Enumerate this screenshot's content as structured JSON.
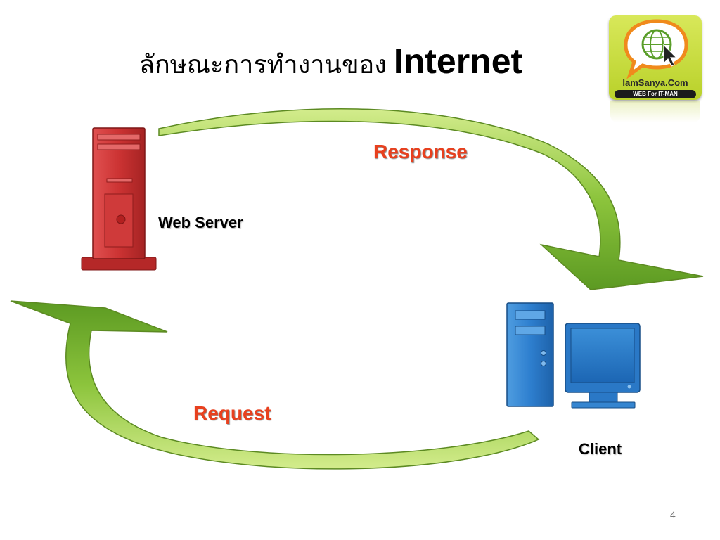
{
  "slide": {
    "title_thai": "ลักษณะการทำงานของ",
    "title_latin": "Internet",
    "page_number": "4"
  },
  "diagram": {
    "nodes": {
      "web_server": {
        "label": "Web Server",
        "color": "#cc3333"
      },
      "client": {
        "label": "Client",
        "color": "#2e7fcf"
      }
    },
    "arrows": {
      "response": {
        "label": "Response",
        "from": "web_server",
        "to": "client",
        "color": "#8cc43c"
      },
      "request": {
        "label": "Request",
        "from": "client",
        "to": "web_server",
        "color": "#8cc43c"
      }
    },
    "label_color": "#e8401e"
  },
  "logo": {
    "text": "IamSanya.Com",
    "tagline": "WEB For IT-MAN",
    "icons": [
      "speech-bubble-icon",
      "globe-icon",
      "cursor-icon"
    ]
  }
}
